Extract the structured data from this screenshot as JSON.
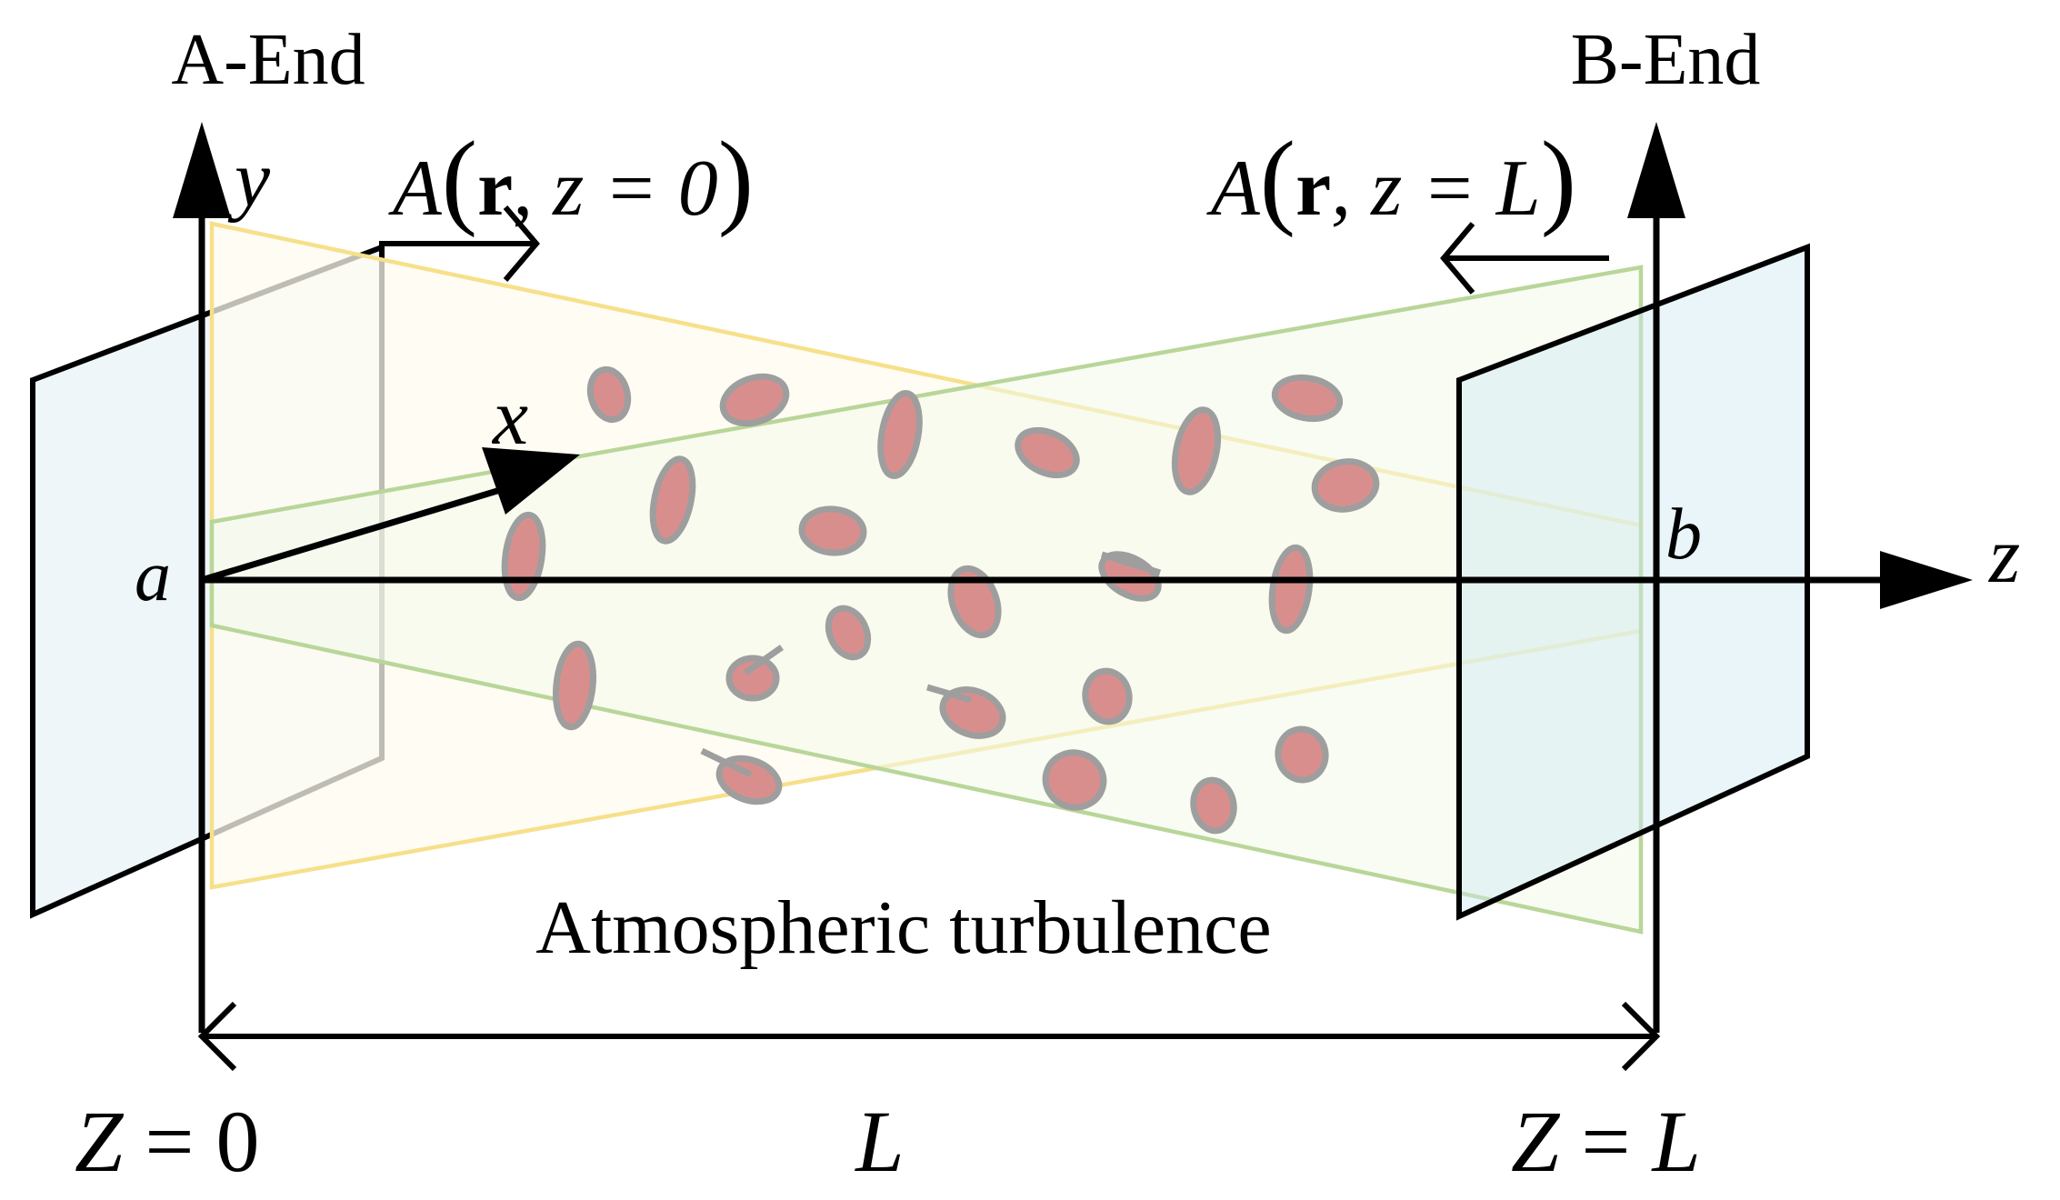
{
  "labels": {
    "a_end": "A-End",
    "b_end": "B-End",
    "axis_y": "y",
    "axis_x": "x",
    "axis_z": "z",
    "point_a": "a",
    "point_b": "b",
    "field_a": {
      "A": "A",
      "open": "(",
      "r": "r",
      "rest": ", z = 0",
      "close": ")"
    },
    "field_b": {
      "A": "A",
      "open": "(",
      "r": "r",
      "rest": ", z = ",
      "L": "L",
      "close": ")"
    },
    "medium": "Atmospheric turbulence",
    "z0": {
      "Z": "Z",
      "rest": " = 0"
    },
    "length": "L",
    "zL": {
      "Z": "Z",
      "eq": " = ",
      "L": "L"
    }
  },
  "colors": {
    "stroke": "#000000",
    "plane_fill": "#eef6f9",
    "beam_yellow_fill": "#fffbf0",
    "beam_yellow_stroke": "#f6e08a",
    "beam_green_fill": "#f5f9ee",
    "beam_green_stroke": "#b8d699",
    "eddy_fill": "#d98e8e",
    "eddy_stroke": "#9e9e9e"
  }
}
